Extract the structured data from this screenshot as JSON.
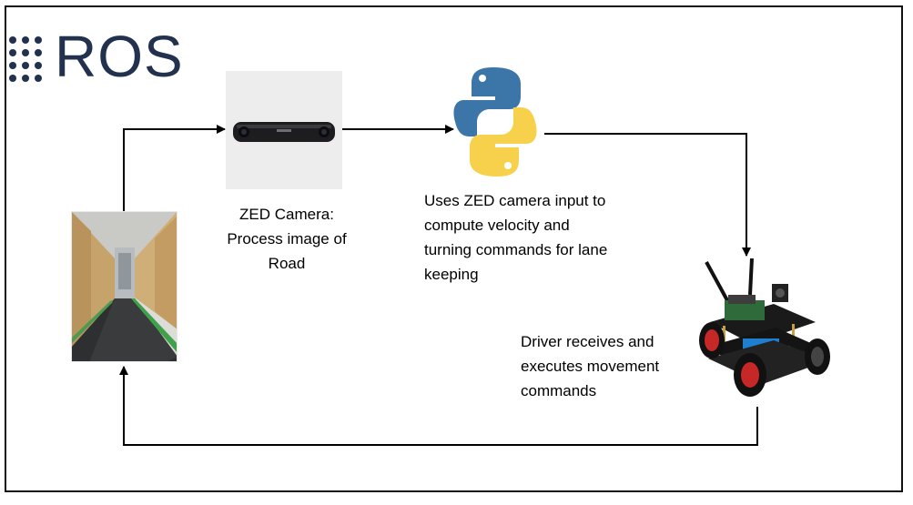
{
  "logo": {
    "text": "ROS",
    "color": "#22314e"
  },
  "nodes": {
    "road_image": {
      "icon": "road-hallway-photo"
    },
    "zed_camera": {
      "icon": "zed-stereo-camera",
      "caption_lines": [
        "ZED Camera:",
        "Process image of",
        "Road"
      ]
    },
    "python": {
      "icon": "python-logo",
      "caption_lines": [
        "Uses ZED camera input to",
        "compute velocity and",
        "turning commands for lane",
        "keeping"
      ]
    },
    "robot": {
      "icon": "robot-car",
      "caption_lines": [
        "Driver receives and",
        "executes movement",
        "commands"
      ]
    }
  },
  "colors": {
    "arrow": "#000000",
    "python_blue": "#3c76a8",
    "python_yellow": "#f7d14c"
  }
}
